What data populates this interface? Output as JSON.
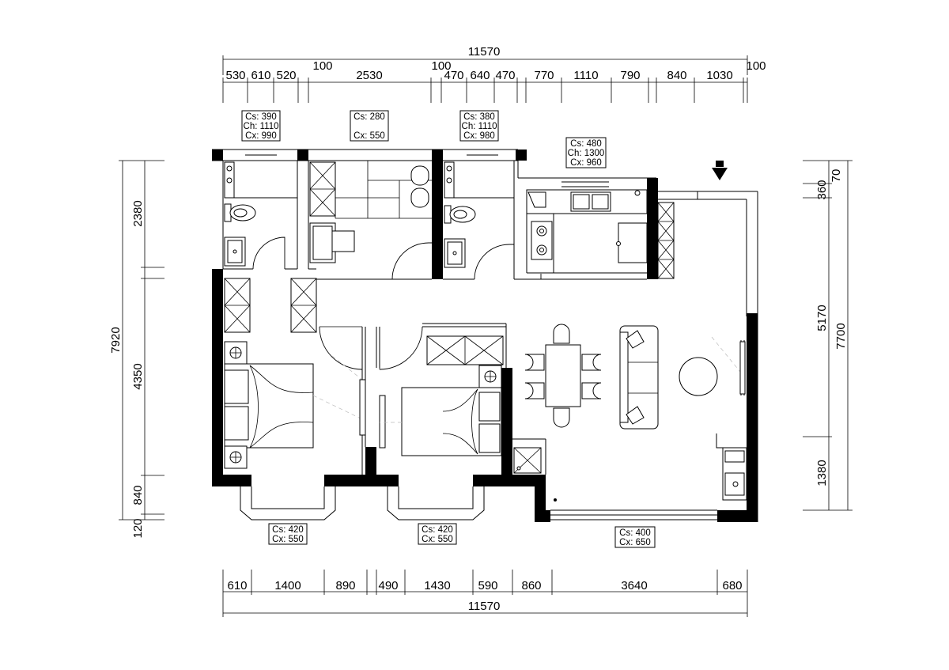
{
  "dimensions": {
    "top_total": "11570",
    "top_segments": [
      "530",
      "610",
      "520",
      "100",
      "2530",
      "100",
      "470",
      "640",
      "470",
      "770",
      "1110",
      "790",
      "840",
      "1030",
      "100"
    ],
    "bottom_total": "11570",
    "bottom_segments": [
      "610",
      "1400",
      "890",
      "490",
      "1430",
      "590",
      "860",
      "3640",
      "680"
    ],
    "left_total": "7920",
    "left_segments": [
      "2380",
      "4350",
      "840",
      "120"
    ],
    "right_total": "7700",
    "right_segments": [
      "70",
      "360",
      "5170",
      "1380"
    ]
  },
  "window_tags": [
    {
      "lines": [
        "Cs: 390",
        "Ch: 1110",
        "Cx: 990"
      ]
    },
    {
      "lines": [
        "Cs: 280",
        "",
        "Cx: 550"
      ]
    },
    {
      "lines": [
        "Cs: 380",
        "Ch: 1110",
        "Cx: 980"
      ]
    },
    {
      "lines": [
        "Cs: 480",
        "Ch: 1300",
        "Cx: 960"
      ]
    },
    {
      "lines": [
        "Cs: 420",
        "Cx: 550"
      ]
    },
    {
      "lines": [
        "Cs: 420",
        "Cx: 550"
      ]
    },
    {
      "lines": [
        "Cs: 400",
        "Cx: 650"
      ]
    }
  ],
  "icons": [
    "entrance-arrow-icon",
    "toilet-icon",
    "sink-icon",
    "stove-icon",
    "bed-icon",
    "sofa-icon",
    "dining-table-icon",
    "round-table-icon",
    "wardrobe-icon",
    "lamp-icon"
  ]
}
